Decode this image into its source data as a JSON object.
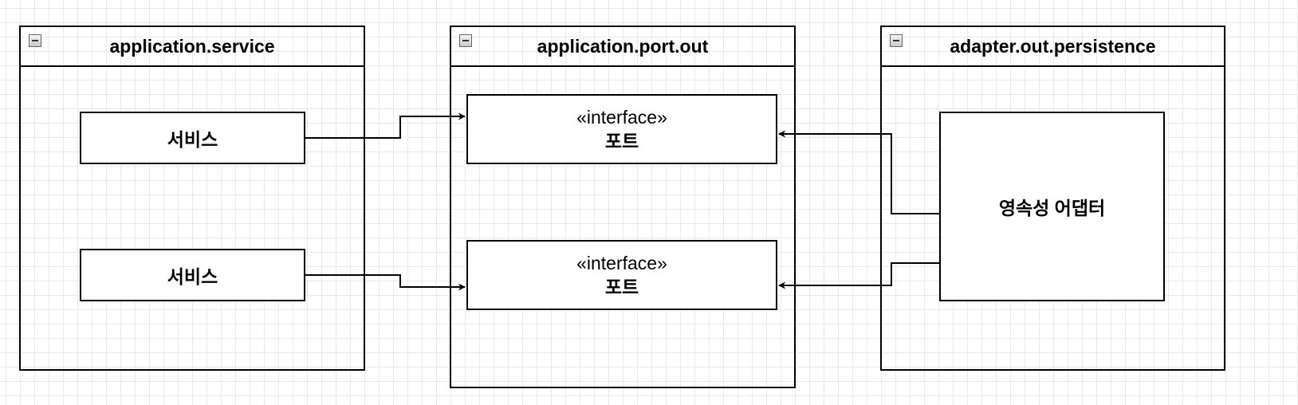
{
  "packages": {
    "service": {
      "title": "application.service"
    },
    "port_out": {
      "title": "application.port.out"
    },
    "persistence": {
      "title": "adapter.out.persistence"
    }
  },
  "service_boxes": [
    {
      "label": "서비스"
    },
    {
      "label": "서비스"
    }
  ],
  "port_boxes": [
    {
      "stereotype": "«interface»",
      "label": "포트"
    },
    {
      "stereotype": "«interface»",
      "label": "포트"
    }
  ],
  "adapter_box": {
    "label": "영속성 어댑터"
  },
  "colors": {
    "line": "#000000",
    "grid": "#e9e9e9",
    "background": "#ffffff"
  }
}
